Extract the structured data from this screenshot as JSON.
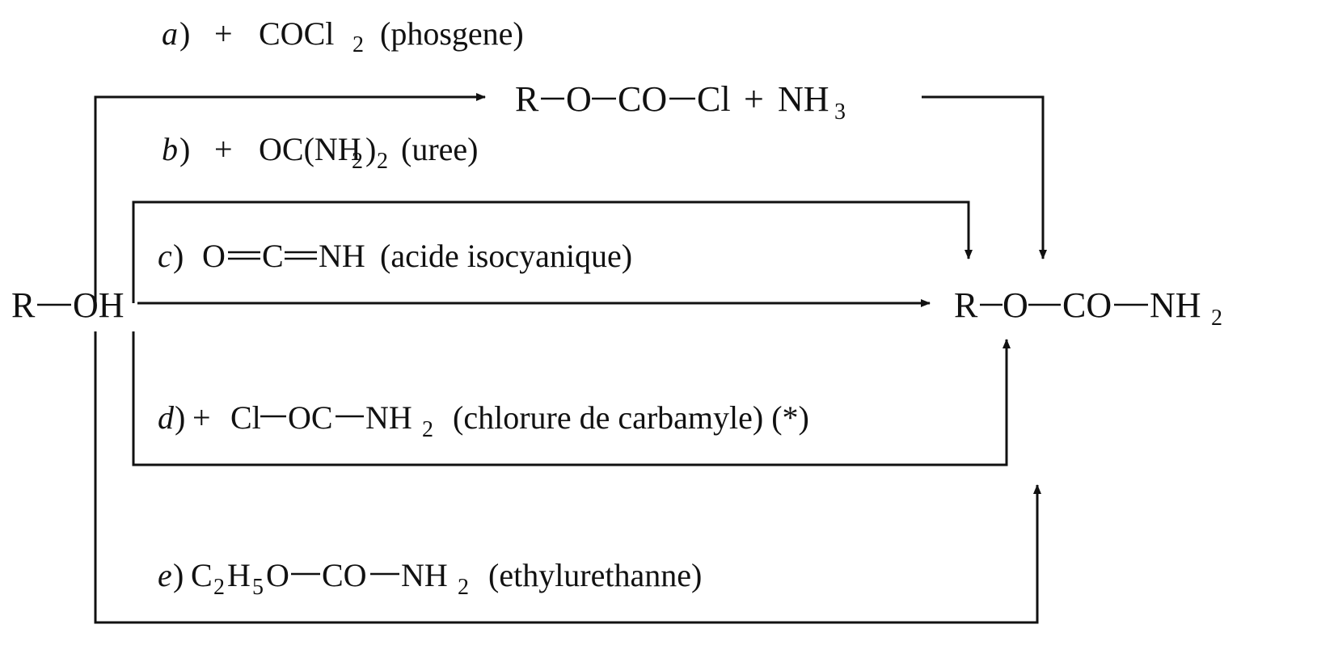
{
  "reactant": {
    "r": "R",
    "oh": "OH"
  },
  "product": {
    "r": "R",
    "o": "O",
    "co": "CO",
    "nh": "NH",
    "nh_sub": "2"
  },
  "intermediate": {
    "r": "R",
    "o": "O",
    "co": "CO",
    "cl": "Cl",
    "plus": "+",
    "nh": "NH",
    "nh_sub": "3"
  },
  "routes": {
    "a": {
      "letter": "a",
      "paren": ")",
      "plus": "+",
      "formula_main": "COCl",
      "formula_sub": "2",
      "name": "(phosgene)"
    },
    "b": {
      "letter": "b",
      "paren": ")",
      "plus": "+",
      "formula_a": "OC(NH",
      "formula_a_sub": "2",
      "formula_b": ")",
      "formula_b_sub": "2",
      "name": "(uree)"
    },
    "c": {
      "letter": "c",
      "paren": ")",
      "o": "O",
      "c": "C",
      "nh": "NH",
      "name": "(acide isocyanique)"
    },
    "d": {
      "letter": "d",
      "paren": ")",
      "plus": "+",
      "cl": "Cl",
      "oc": "OC",
      "nh": "NH",
      "nh_sub": "2",
      "name": "(chlorure de carbamyle) (*)"
    },
    "e": {
      "letter": "e",
      "paren": ")",
      "c": "C",
      "c_sub": "2",
      "h": "H",
      "h_sub": "5",
      "o": "O",
      "co": "CO",
      "nh": "NH",
      "nh_sub": "2",
      "name": "(ethylurethanne)"
    }
  }
}
